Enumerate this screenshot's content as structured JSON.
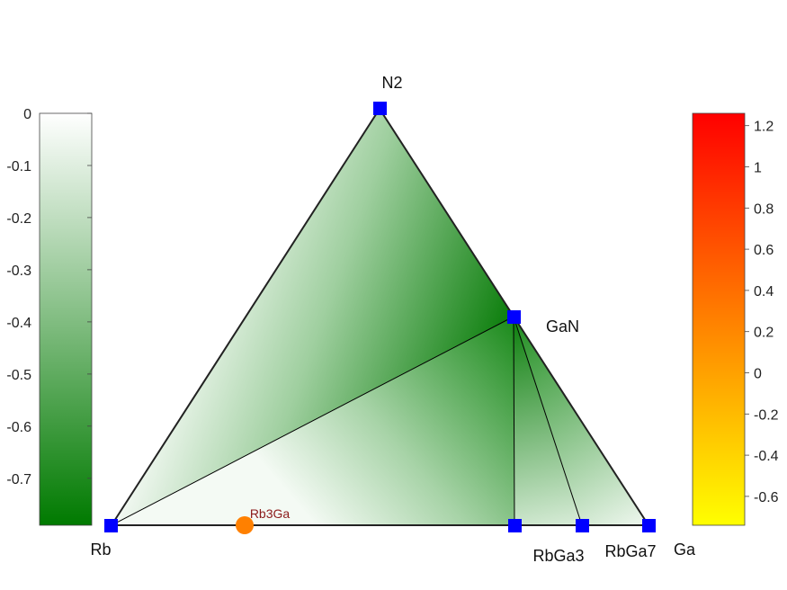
{
  "diagram": {
    "type": "ternary-convex-hull",
    "vertex_labels": {
      "top": "N2",
      "bottom_left": "Rb",
      "bottom_right": "Ga"
    },
    "stable_phases": [
      {
        "name": "N2",
        "label": "N2"
      },
      {
        "name": "GaN",
        "label": "GaN"
      },
      {
        "name": "Rb",
        "label": "Rb"
      },
      {
        "name": "RbGa3",
        "label": "RbGa3"
      },
      {
        "name": "RbGa7",
        "label": "RbGa7"
      },
      {
        "name": "Ga",
        "label": ""
      }
    ],
    "unstable_phases": [
      {
        "name": "Rb3Ga",
        "label": "Rb3Ga"
      }
    ],
    "colors": {
      "stable_marker": "#0000ff",
      "unstable_marker": "#ff8000",
      "green_dark": "#008000",
      "green_light": "#ffffff",
      "hull_line": "#000000",
      "unstable_label": "#8b1a1a"
    }
  },
  "left_colorbar": {
    "ticks": [
      "0",
      "-0.1",
      "-0.2",
      "-0.3",
      "-0.4",
      "-0.5",
      "-0.6",
      "-0.7"
    ],
    "tick_values": [
      0,
      -0.1,
      -0.2,
      -0.3,
      -0.4,
      -0.5,
      -0.6,
      -0.7
    ],
    "range": [
      -0.79,
      0
    ]
  },
  "right_colorbar": {
    "ticks": [
      "1.2",
      "1",
      "0.8",
      "0.6",
      "0.4",
      "0.2",
      "0",
      "-0.2",
      "-0.4",
      "-0.6"
    ],
    "tick_values": [
      1.2,
      1.0,
      0.8,
      0.6,
      0.4,
      0.2,
      0,
      -0.2,
      -0.4,
      -0.6
    ],
    "range": [
      -0.74,
      1.26
    ]
  }
}
